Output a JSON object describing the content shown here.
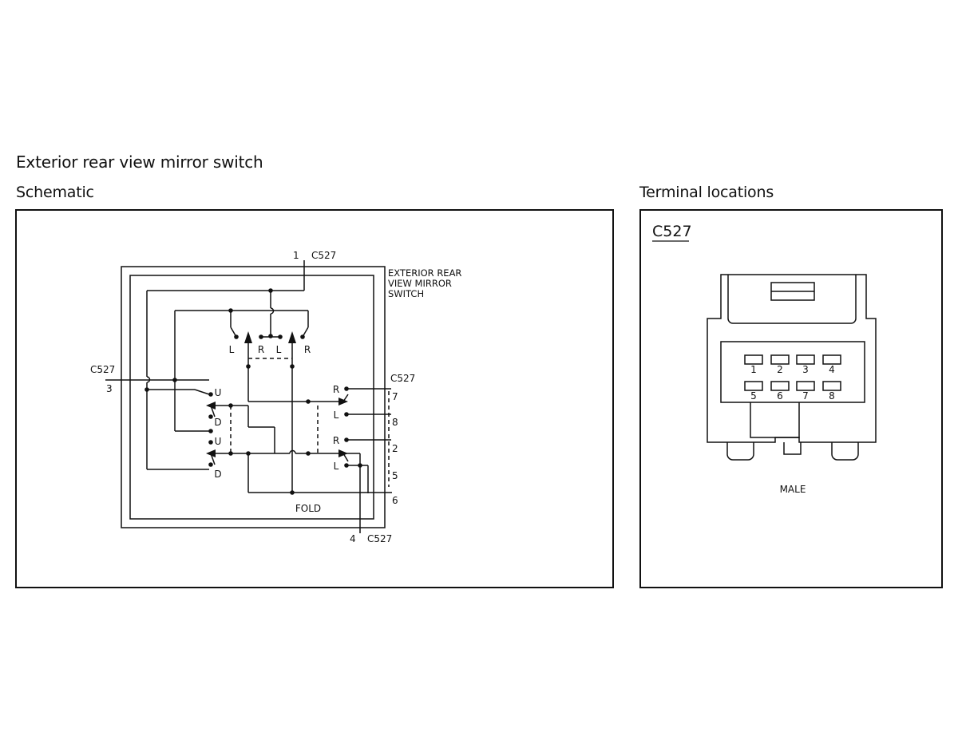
{
  "title": "Exterior rear view mirror switch",
  "sections": {
    "schematic": "Schematic",
    "terminal_locations": "Terminal locations"
  },
  "schematic": {
    "component_name": [
      "EXTERIOR REAR",
      "VIEW MIRROR",
      "SWITCH"
    ],
    "connector": "C527",
    "pins": {
      "p1": "1",
      "p2": "2",
      "p3": "3",
      "p4": "4",
      "p5": "5",
      "p6": "6",
      "p7": "7",
      "p8": "8"
    },
    "contacts": {
      "top_l1": "L",
      "top_r1": "R",
      "top_l2": "L",
      "top_r2": "R",
      "left_u1": "U",
      "left_d1": "D",
      "left_u2": "U",
      "left_d2": "D",
      "right_r1": "R",
      "right_l1": "L",
      "right_r2": "R",
      "right_l2": "L"
    },
    "fold_label": "FOLD"
  },
  "terminal": {
    "connector": "C527",
    "pins_top": [
      "1",
      "2",
      "3",
      "4"
    ],
    "pins_bottom": [
      "5",
      "6",
      "7",
      "8"
    ],
    "gender": "MALE"
  }
}
